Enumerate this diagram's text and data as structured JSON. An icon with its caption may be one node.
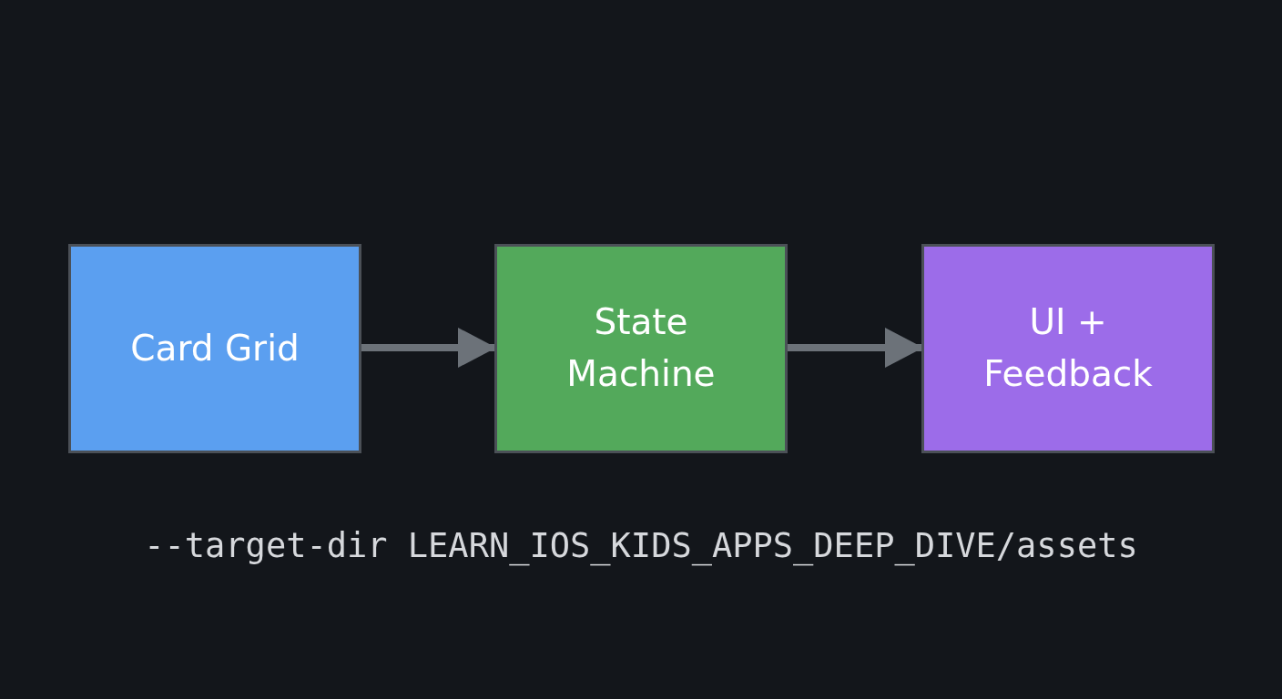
{
  "diagram": {
    "nodes": [
      {
        "text": [
          "Card Grid"
        ]
      },
      {
        "text": [
          "State Machine"
        ]
      },
      {
        "text": [
          "UI + Feedback"
        ]
      }
    ],
    "edges": [
      {
        "from": 0,
        "to": 1,
        "arrow": "to"
      },
      {
        "from": 1,
        "to": 2,
        "arrow": "to"
      }
    ],
    "labels": [
      "--target-dir LEARN_IOS_KIDS_APPS_DEEP_DIVE/assets"
    ]
  }
}
